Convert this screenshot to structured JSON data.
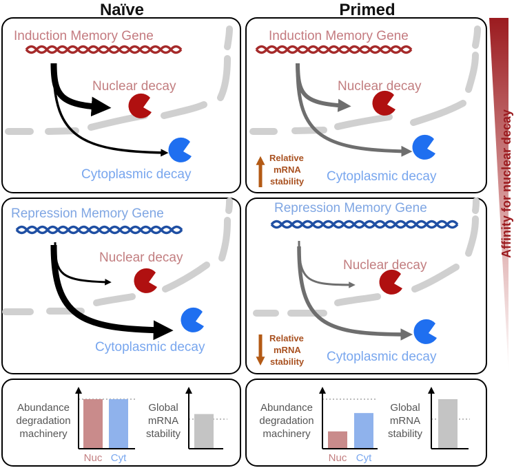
{
  "headers": {
    "naive": "Naïve",
    "primed": "Primed"
  },
  "panels": {
    "induction_naive": {
      "gene": "Induction Memory Gene",
      "nuclear": "Nuclear decay",
      "cytoplasmic": "Cytoplasmic decay"
    },
    "induction_primed": {
      "gene": "Induction Memory Gene",
      "nuclear": "Nuclear decay",
      "cytoplasmic": "Cytoplasmic decay",
      "stability": [
        "Relative",
        "mRNA",
        "stability"
      ],
      "stability_direction": "up"
    },
    "repression_naive": {
      "gene": "Repression Memory Gene",
      "nuclear": "Nuclear decay",
      "cytoplasmic": "Cytoplasmic decay"
    },
    "repression_primed": {
      "gene": "Repression Memory Gene",
      "nuclear": "Nuclear decay",
      "cytoplasmic": "Cytoplasmic decay",
      "stability": [
        "Relative",
        "mRNA",
        "stability"
      ],
      "stability_direction": "down"
    }
  },
  "bottom": {
    "abundance_label": [
      "Abundance",
      "degradation",
      "machinery"
    ],
    "global_label": [
      "Global",
      "mRNA",
      "stability"
    ],
    "nuc_label": "Nuc",
    "cyt_label": "Cyt",
    "naive": {
      "nuc": 1.0,
      "cyt": 1.0,
      "global": 0.7
    },
    "primed": {
      "nuc": 0.35,
      "cyt": 0.72,
      "global": 1.0
    }
  },
  "side_label": "Affinity for nuclear decay",
  "colors": {
    "induction_helix": "#a52a2a",
    "repression_helix": "#1f4fa3",
    "nuclear_enzyme": "#b01010",
    "cyto_enzyme": "#1f6ff0",
    "naive_arrow": "#000000",
    "primed_arrow": "#6e6e6e",
    "nuc_bar": "#c98b8b",
    "cyt_bar": "#8fb2ec",
    "global_bar": "#c4c4c4",
    "stability_arrow": "#b35a15",
    "gradient_dark": "#9b1b1f"
  }
}
